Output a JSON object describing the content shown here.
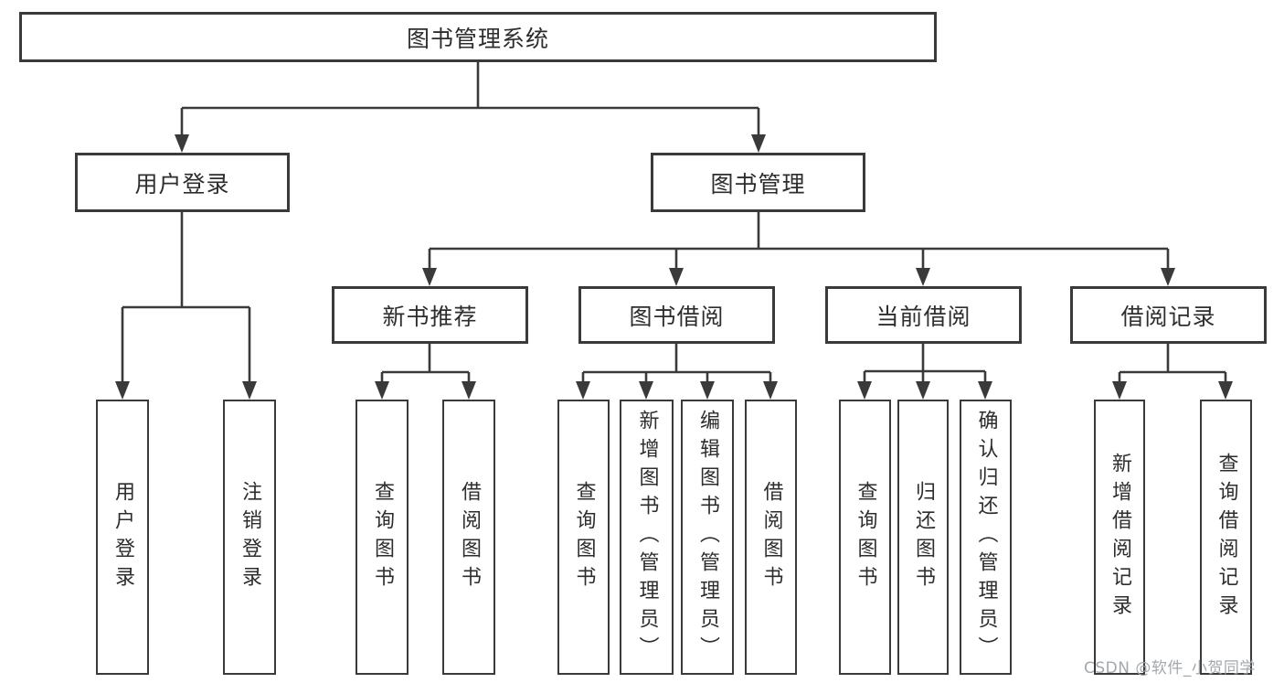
{
  "diagram": {
    "root": {
      "label": "图书管理系统"
    },
    "branches": [
      {
        "label": "用户登录",
        "leaves": [
          "用户登录",
          "注销登录"
        ]
      },
      {
        "label": "图书管理",
        "groups": [
          {
            "label": "新书推荐",
            "leaves": [
              "查询图书",
              "借阅图书"
            ]
          },
          {
            "label": "图书借阅",
            "leaves": [
              "查询图书",
              "新增图书（管理员）",
              "编辑图书（管理员）",
              "借阅图书"
            ]
          },
          {
            "label": "当前借阅",
            "leaves": [
              "查询图书",
              "归还图书",
              "确认归还（管理员）"
            ]
          },
          {
            "label": "借阅记录",
            "leaves": [
              "新增借阅记录",
              "查询借阅记录"
            ]
          }
        ]
      }
    ]
  },
  "watermark": {
    "text": "CSDN @软件_小贺同学"
  },
  "colors": {
    "line": "#3a3a3a",
    "border": "#3a3a3a",
    "text": "#2d2d2d",
    "watermark": "#9ea3a9",
    "background": "#ffffff"
  }
}
